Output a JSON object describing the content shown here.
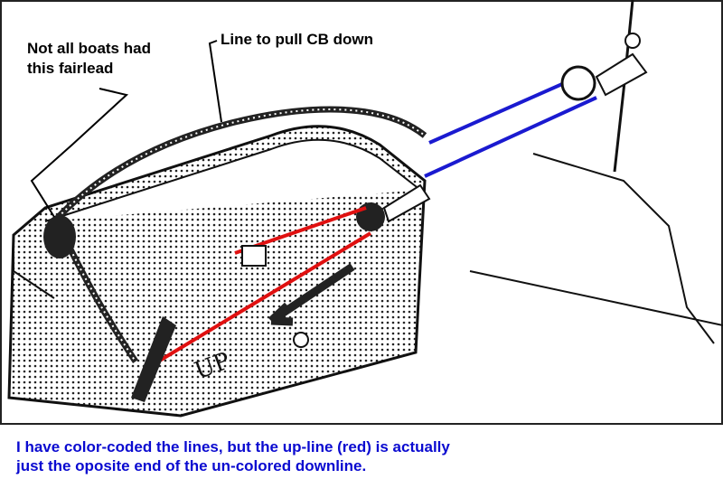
{
  "annotations": {
    "fairlead_note": "Not all boats had this fairlead",
    "downline_note": "Line to pull CB down",
    "board_marking": "UP"
  },
  "caption": {
    "line1": "I have color-coded the lines, but the up-line (red) is actually",
    "line2": "just the oposite end of the un-colored downline."
  },
  "colors": {
    "up_line": "#e01010",
    "blue_line": "#1a1ad0",
    "caption_text": "#0a0ad0"
  }
}
